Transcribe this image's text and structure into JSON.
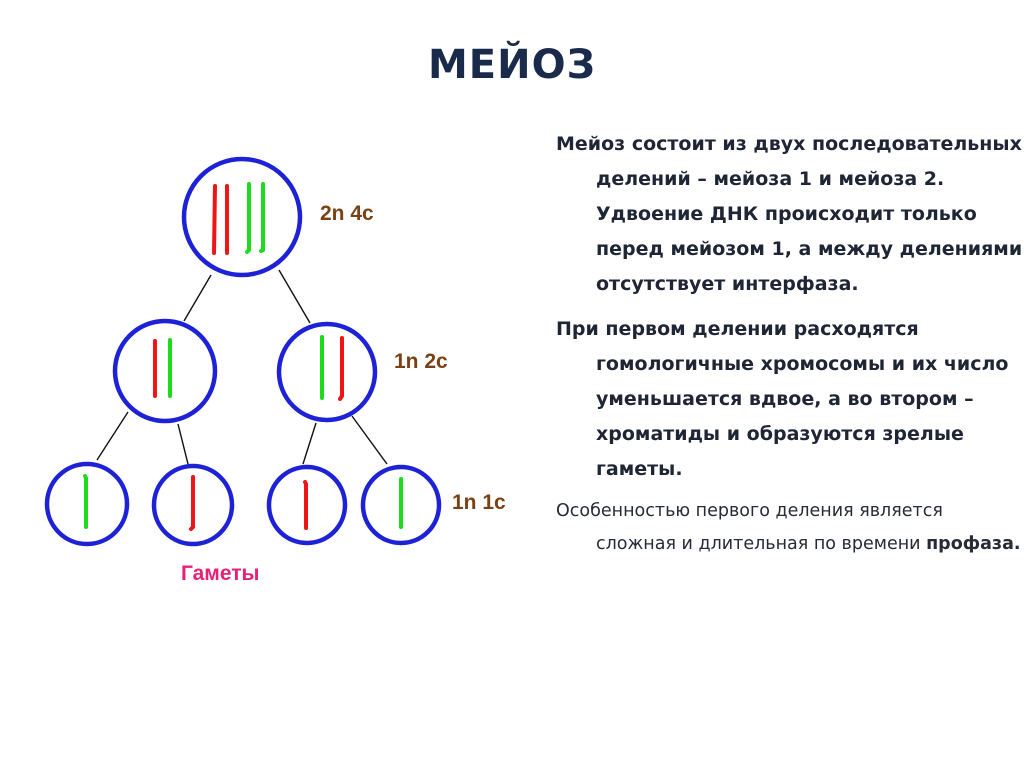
{
  "slide": {
    "title": "МЕЙОЗ"
  },
  "diagram": {
    "labels": {
      "level1": "2n 4c",
      "level2": "1n 2c",
      "level3": "1n 1c",
      "gametes": "Гаметы"
    },
    "colors": {
      "cell_outline": "#1e22d6",
      "chromosome_red": "#f01414",
      "chromosome_green": "#1cdc1c",
      "connector": "#111111",
      "ploidy_label": "#7a4214",
      "gametes_label": "#e8207a"
    },
    "cells": [
      {
        "level": 1,
        "chromosomes": [
          "red",
          "red",
          "green",
          "green"
        ]
      },
      {
        "level": 2,
        "chromosomes": [
          "red",
          "green"
        ]
      },
      {
        "level": 2,
        "chromosomes": [
          "green",
          "red"
        ]
      },
      {
        "level": 3,
        "chromosomes": [
          "green"
        ]
      },
      {
        "level": 3,
        "chromosomes": [
          "red"
        ]
      },
      {
        "level": 3,
        "chromosomes": [
          "red"
        ]
      },
      {
        "level": 3,
        "chromosomes": [
          "green"
        ]
      }
    ]
  },
  "text": {
    "paragraph1": "Мейоз состоит из двух последовательных делений – мейоза 1 и мейоза 2. Удвоение ДНК происходит только перед мейозом 1, а между делениями отсутствует интерфаза.",
    "paragraph2": "При первом делении расходятся гомологичные хромосомы и их число уменьшается вдвое, а во втором – хроматиды и образуются зрелые гаметы.",
    "paragraph3_main": "Особенностью первого деления является сложная и длительная по времени ",
    "paragraph3_bold": "профаза."
  }
}
